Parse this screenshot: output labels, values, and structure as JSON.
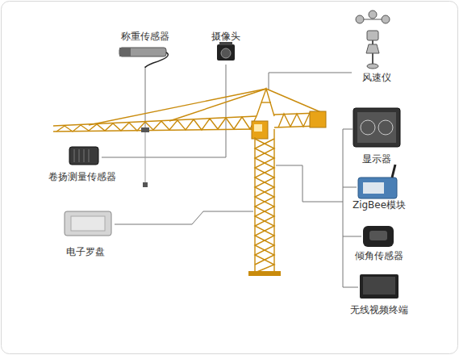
{
  "diagram": {
    "labels": [
      "称重传感器",
      "摄像头",
      "风速仪",
      "显示器",
      "ZigBee模块",
      "倾角传感器",
      "无线视频终端",
      "卷扬测量传感器",
      "电子罗盘"
    ]
  }
}
